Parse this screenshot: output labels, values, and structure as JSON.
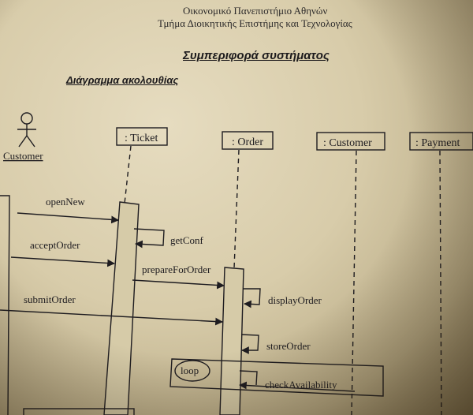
{
  "header": {
    "university": "Οικονομικό Πανεπιστήμιο Αθηνών",
    "department": "Τμήμα Διοικητικής Επιστήμης και Τεχνολογίας"
  },
  "title": "Συμπεριφορά συστήματος",
  "subtitle": "Διάγραμμα ακολουθίας",
  "actor": {
    "label": "Customer"
  },
  "lifelines": {
    "ticket": ": Ticket",
    "order": ": Order",
    "customer": ": Customer",
    "payment": ": Payment"
  },
  "messages": {
    "open_new": "openNew",
    "accept_order": "acceptOrder",
    "submit_order": "submitOrder",
    "get_conf": "getConf",
    "prepare_for_order": "prepareForOrder",
    "display_order": "displayOrder",
    "store_order": "storeOrder",
    "check_availability": "checkAvailability"
  },
  "fragment": {
    "label": "loop"
  },
  "colors": {
    "ink": "#1e1c20",
    "paper": "#ddd2b2"
  }
}
